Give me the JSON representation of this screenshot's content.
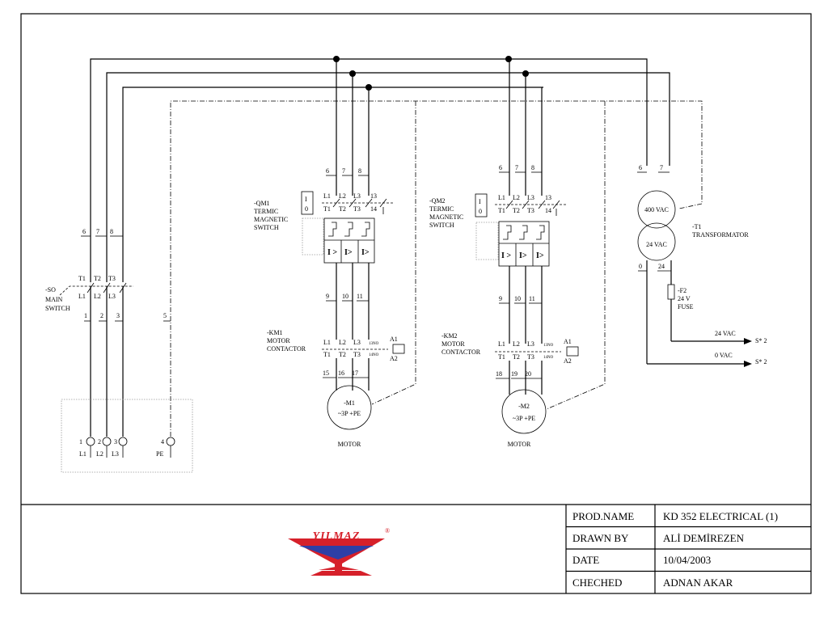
{
  "sheet": {
    "main_switch": {
      "tag": "-SO",
      "name1": "MAIN",
      "name2": "SWITCH",
      "top": [
        "T1",
        "T2",
        "T3"
      ],
      "bottom": [
        "L1",
        "L2",
        "L3"
      ],
      "wires_top": [
        "6",
        "7",
        "8"
      ],
      "wires_bottom": [
        "1",
        "2",
        "3"
      ],
      "pe_wire": "5"
    },
    "terminals": {
      "numbers": [
        "1",
        "2",
        "3",
        "4"
      ],
      "labels": [
        "L1",
        "L2",
        "L3",
        "PE"
      ]
    },
    "qm1": {
      "tag": "-QM1",
      "name1": "TERMIC",
      "name2": "MAGNETIC",
      "name3": "SWITCH",
      "on_off": [
        "I",
        "0"
      ],
      "top": [
        "L1",
        "L2",
        "L3",
        "13"
      ],
      "bottom": [
        "T1",
        "T2",
        "T3",
        "14"
      ],
      "trip": [
        "I >",
        "I>",
        "I>"
      ],
      "wires_in": [
        "6",
        "7",
        "8"
      ],
      "wires_out": [
        "9",
        "10",
        "11"
      ]
    },
    "km1": {
      "tag": "-KM1",
      "name1": "MOTOR",
      "name2": "CONTACTOR",
      "top": [
        "L1",
        "L2",
        "L3",
        "13NO"
      ],
      "bottom": [
        "T1",
        "T2",
        "T3",
        "14NO"
      ],
      "coil": [
        "A1",
        "A2"
      ],
      "wires_out": [
        "15",
        "16",
        "17"
      ]
    },
    "m1": {
      "tag": "-M1",
      "spec": "~3P +PE",
      "label": "MOTOR"
    },
    "qm2": {
      "tag": "-QM2",
      "name1": "TERMIC",
      "name2": "MAGNETIC",
      "name3": "SWITCH",
      "on_off": [
        "I",
        "0"
      ],
      "top": [
        "L1",
        "L2",
        "L3",
        "13"
      ],
      "bottom": [
        "T1",
        "T2",
        "T3",
        "14"
      ],
      "trip": [
        "I >",
        "I>",
        "I>"
      ],
      "wires_in": [
        "6",
        "7",
        "8"
      ],
      "wires_out": [
        "9",
        "10",
        "11"
      ]
    },
    "km2": {
      "tag": "-KM2",
      "name1": "MOTOR",
      "name2": "CONTACTOR",
      "top": [
        "L1",
        "L2",
        "L3",
        "13NO"
      ],
      "bottom": [
        "T1",
        "T2",
        "T3",
        "14NO"
      ],
      "coil": [
        "A1",
        "A2"
      ],
      "wires_out": [
        "18",
        "19",
        "20"
      ]
    },
    "m2": {
      "tag": "-M2",
      "spec": "~3P +PE",
      "label": "MOTOR"
    },
    "transformer": {
      "primary": "400 VAC",
      "secondary": "24 VAC",
      "tag": "-T1",
      "name": "TRANSFORMATOR",
      "wires_in": [
        "6",
        "7"
      ],
      "wires_out": [
        "0",
        "24"
      ]
    },
    "fuse": {
      "tag": "-F2",
      "rating": "24 V",
      "name": "FUSE"
    },
    "outputs": [
      {
        "label": "24 VAC",
        "ref": "S* 2"
      },
      {
        "label": "0 VAC",
        "ref": "S* 2"
      }
    ]
  },
  "logo": {
    "text": "YILMAZ",
    "mark": "®",
    "colors": {
      "red": "#d6202a",
      "blue": "#2e3fa6"
    }
  },
  "title_block": {
    "rows": [
      {
        "label": "PROD.NAME",
        "value": "KD 352 ELECTRICAL (1)"
      },
      {
        "label": "DRAWN BY",
        "value": "ALİ DEMİREZEN"
      },
      {
        "label": "DATE",
        "value": "10/04/2003"
      },
      {
        "label": "CHECHED",
        "value": "ADNAN AKAR"
      }
    ]
  }
}
